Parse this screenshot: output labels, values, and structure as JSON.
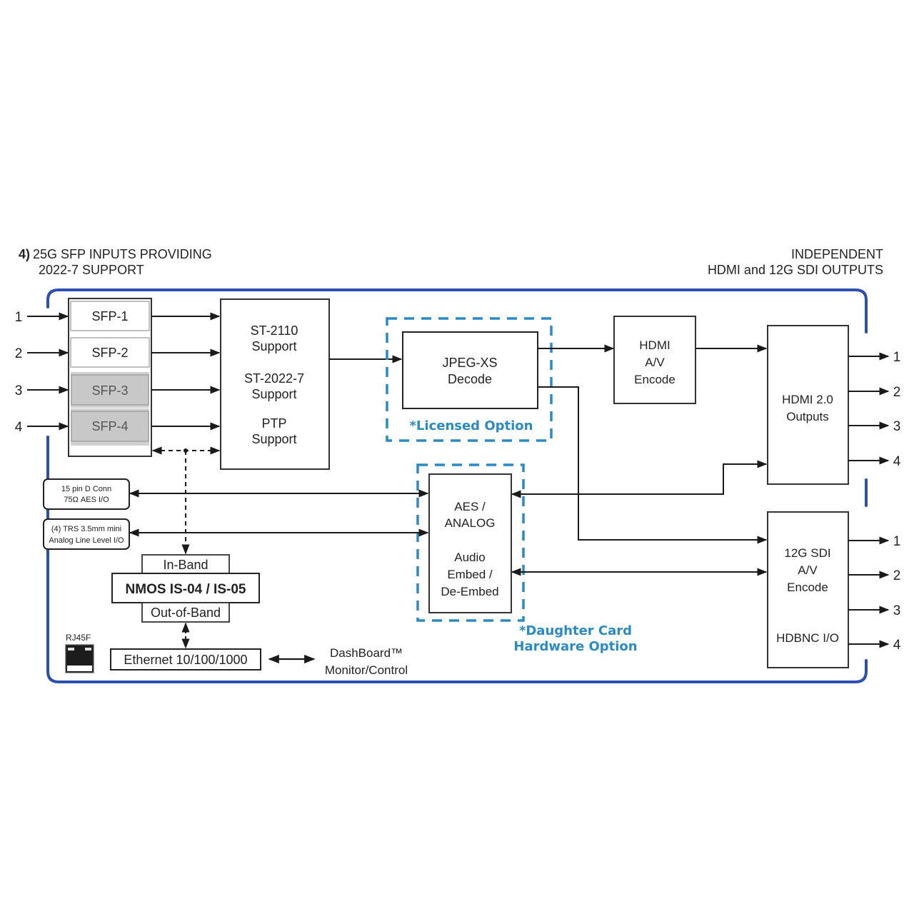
{
  "headers": {
    "left_prefix": "4)",
    "left_line1": "25G SFP INPUTS PROVIDING",
    "left_line2": "2022-7 SUPPORT",
    "right_line1": "INDEPENDENT",
    "right_line2": "HDMI and 12G SDI OUTPUTS"
  },
  "colors": {
    "frame": "#2d4fb0",
    "option_dash": "#2a8ac4",
    "sfp_inactive_fill": "#c8c8c8",
    "line": "#1a1a1a"
  },
  "inputs": {
    "numbers": [
      "1",
      "2",
      "3",
      "4"
    ],
    "sfps": [
      {
        "label": "SFP-1",
        "active": true
      },
      {
        "label": "SFP-2",
        "active": true
      },
      {
        "label": "SFP-3",
        "active": false
      },
      {
        "label": "SFP-4",
        "active": false
      }
    ]
  },
  "st_block": {
    "line1": "ST-2110",
    "line2": "Support",
    "line3": "ST-2022-7",
    "line4": "Support",
    "line5": "PTP",
    "line6": "Support"
  },
  "jpeg_block": {
    "line1": "JPEG-XS",
    "line2": "Decode",
    "option_label": "*Licensed Option"
  },
  "hdmi_encode": {
    "line1": "HDMI",
    "line2": "A/V",
    "line3": "Encode"
  },
  "hdmi_outputs": {
    "line1": "HDMI 2.0",
    "line2": "Outputs",
    "ports": [
      "1",
      "2",
      "3",
      "4"
    ]
  },
  "sdi_block": {
    "line1": "12G SDI",
    "line2": "A/V",
    "line3": "Encode",
    "line4": "HDBNC I/O",
    "ports": [
      "1",
      "2",
      "3",
      "4"
    ]
  },
  "audio_block": {
    "line1": "AES /",
    "line2": "ANALOG",
    "line3": "Audio",
    "line4": "Embed /",
    "line5": "De-Embed",
    "option_line1": "*Daughter Card",
    "option_line2": "Hardware Option"
  },
  "connectors": {
    "aes": {
      "line1": "15 pin D Conn",
      "line2": "75Ω AES I/O"
    },
    "trs": {
      "line1": "(4) TRS 3.5mm mini",
      "line2": "Analog Line Level I/O"
    }
  },
  "nmos": {
    "in_band": "In-Band",
    "title": "NMOS IS-04 / IS-05",
    "out_band": "Out-of-Band"
  },
  "ethernet": {
    "rj45_label": "RJ45F",
    "label": "Ethernet 10/100/1000",
    "dashboard_line1": "DashBoard™",
    "dashboard_line2": "Monitor/Control"
  }
}
